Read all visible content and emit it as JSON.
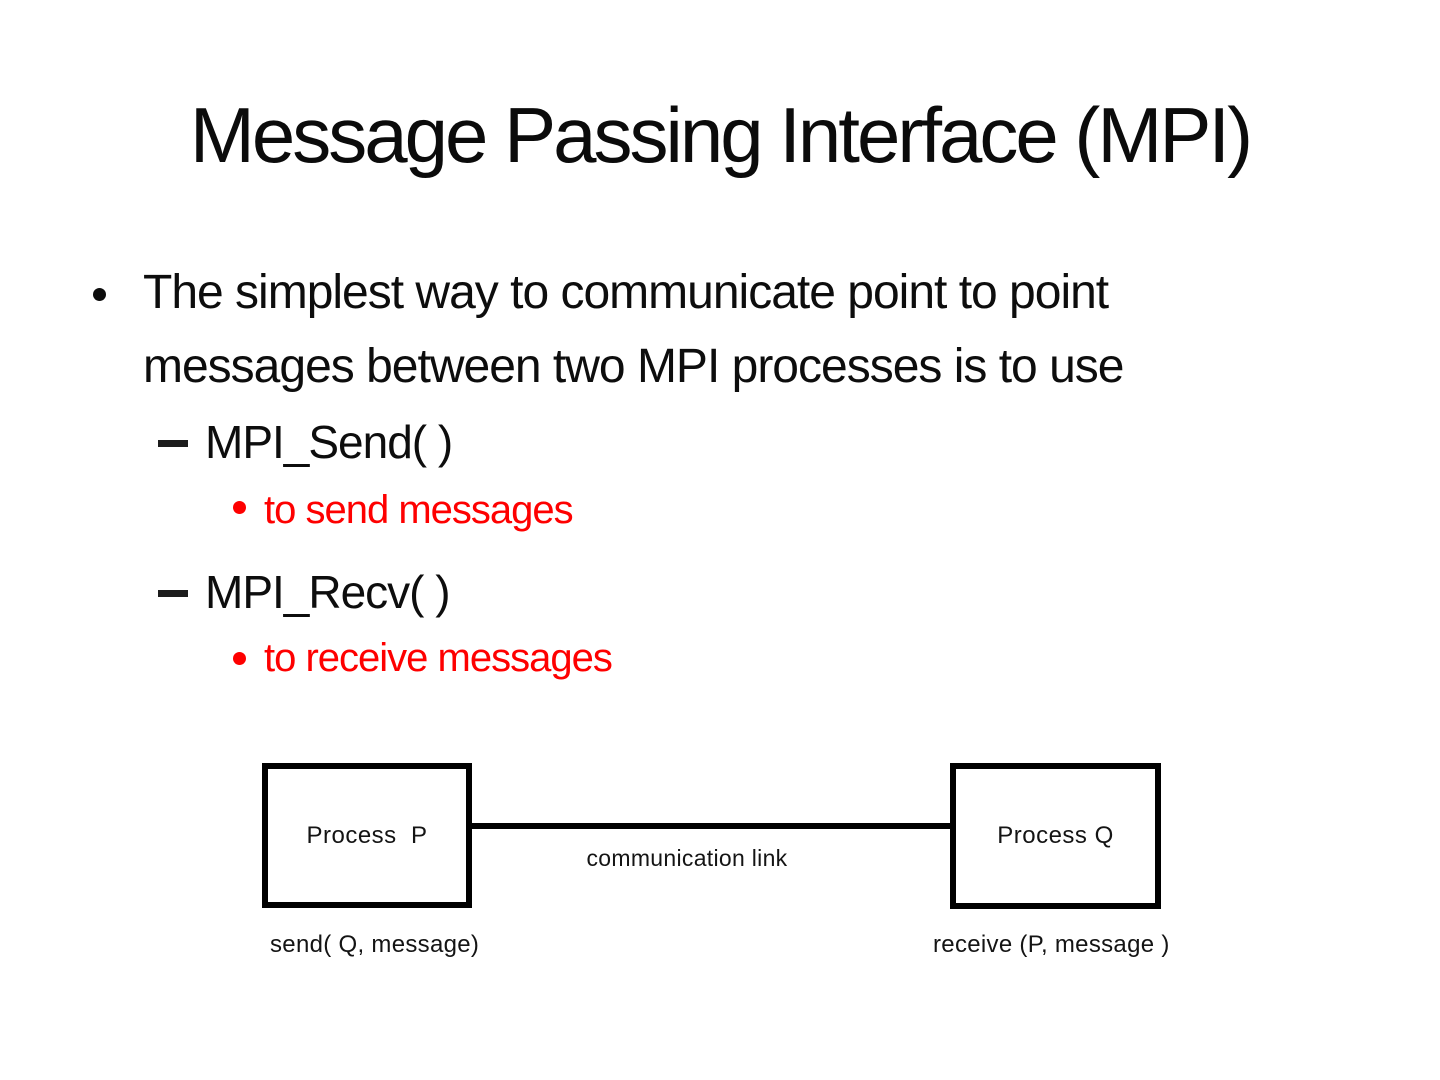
{
  "slide": {
    "title": "Message Passing Interface (MPI)"
  },
  "bullets": [
    {
      "level": 1,
      "marker": "dot",
      "color": "#0d0d0d",
      "text": "The simplest way to communicate point to point messages between two MPI processes is to use"
    },
    {
      "level": 2,
      "marker": "dash",
      "color": "#0d0d0d",
      "text": "MPI_Send( )"
    },
    {
      "level": 3,
      "marker": "dot",
      "color": "#fe0000",
      "text": "to send messages"
    },
    {
      "level": 2,
      "marker": "dash",
      "color": "#0d0d0d",
      "text": "MPI_Recv( )"
    },
    {
      "level": 3,
      "marker": "dot",
      "color": "#fe0000",
      "text": "to receive messages"
    }
  ],
  "diagram": {
    "process_left_label": "Process  P",
    "process_right_label": "Process Q",
    "link_label": "communication link",
    "caption_left": "send( Q, message)",
    "caption_right": "receive (P, message )",
    "stroke_color": "#000000"
  },
  "colors": {
    "background": "#ffffff",
    "text": "#0d0d0d",
    "accent_red": "#fe0000"
  }
}
